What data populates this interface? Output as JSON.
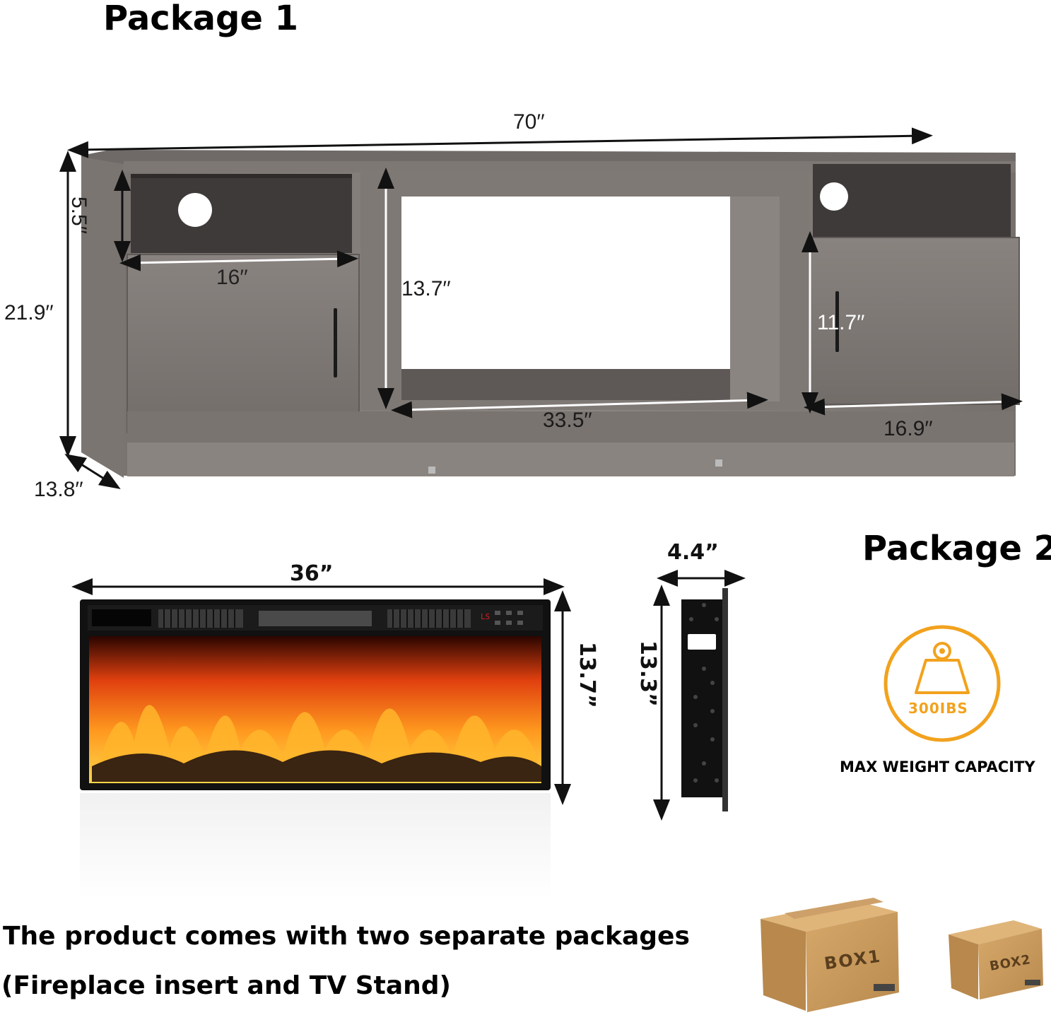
{
  "package1": {
    "title": "Package 1",
    "dims": {
      "overall_width": "70′′",
      "height": "21.9′′",
      "depth": "13.8′′",
      "shelf_height": "5.5′′",
      "cabinet_width": "16′′",
      "opening_height": "13.7′′",
      "opening_width": "33.5′′",
      "right_cabinet_height": "11.7′′",
      "right_cabinet_width": "16.9′′"
    }
  },
  "package2": {
    "title": "Package 2",
    "dims": {
      "insert_width": "36”",
      "insert_height": "13.7”",
      "side_depth": "4.4”",
      "side_height": "13.3”"
    },
    "weight_badge": "300IBS",
    "weight_caption": "MAX WEIGHT CAPACITY",
    "panel_readout": "LS"
  },
  "note": {
    "line1": "The product comes with two separate packages",
    "line2": "(Fireplace insert and TV Stand)"
  },
  "boxes": {
    "box1_label": "BOX1",
    "box2_label": "BOX2"
  },
  "colors": {
    "wood_dark": "#6b6663",
    "wood_mid": "#86807c",
    "wood_light": "#9c9591",
    "badge_orange": "#f2a21e",
    "box_brown": "#c89a5c"
  }
}
